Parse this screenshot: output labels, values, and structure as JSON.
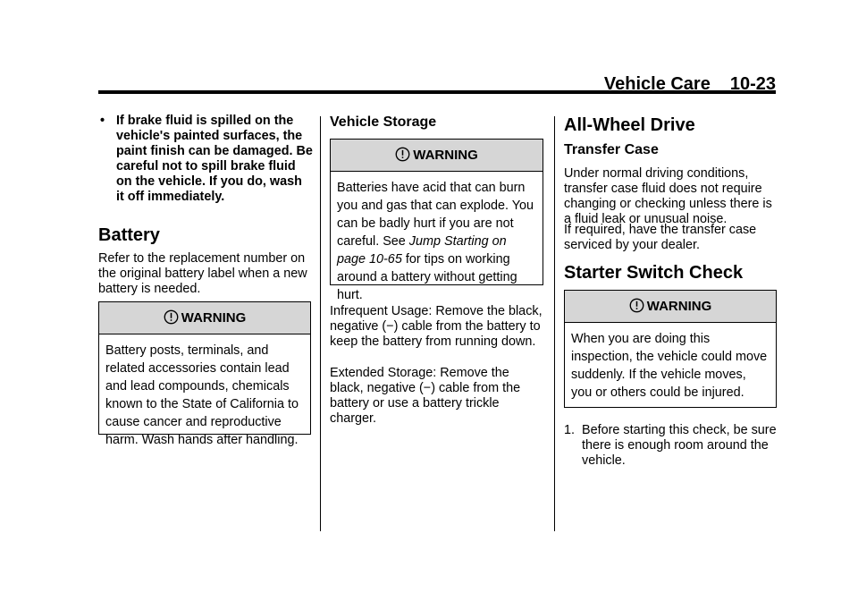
{
  "header": {
    "section": "Vehicle Care",
    "page": "10-23"
  },
  "col1": {
    "bullet": "If brake fluid is spilled on the vehicle's painted surfaces, the paint finish can be damaged. Be careful not to spill brake fluid on the vehicle. If you do, wash it off immediately.",
    "battery_heading": "Battery",
    "battery_text": "Refer to the replacement number on the original battery label when a new battery is needed.",
    "warning": {
      "label": "WARNING",
      "text": "Battery posts, terminals, and related accessories contain lead and lead compounds, chemicals known to the State of California to cause cancer and reproductive harm. Wash hands after handling."
    }
  },
  "col2": {
    "heading": "Vehicle Storage",
    "warning": {
      "label": "WARNING",
      "text_before": "Batteries have acid that can burn you and gas that can explode. You can be badly hurt if you are not careful. See ",
      "link": "Jump Starting on page 10-65",
      "text_after": " for tips on working around a battery without getting hurt."
    },
    "infrequent": "Infrequent Usage: Remove the black, negative (−) cable from the battery to keep the battery from running down.",
    "extended": "Extended Storage: Remove the black, negative (−) cable from the battery or use a battery trickle charger."
  },
  "col3": {
    "awd_heading": "All-Wheel Drive",
    "transfer_heading": "Transfer Case",
    "transfer_text1": "Under normal driving conditions, transfer case fluid does not require changing or checking unless there is a fluid leak or unusual noise.",
    "transfer_text2": "If required, have the transfer case serviced by your dealer.",
    "starter_heading": "Starter Switch Check",
    "warning": {
      "label": "WARNING",
      "text": "When you are doing this inspection, the vehicle could move suddenly. If the vehicle moves, you or others could be injured."
    },
    "step1_num": "1.",
    "step1_text": "Before starting this check, be sure there is enough room around the vehicle."
  }
}
